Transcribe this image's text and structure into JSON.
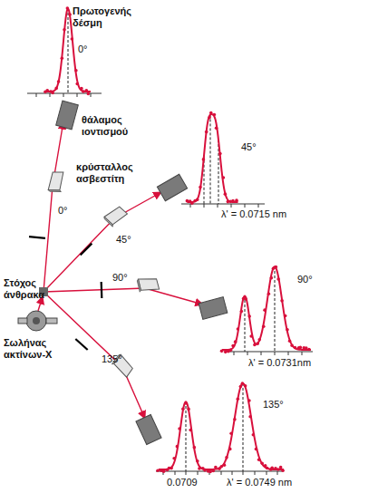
{
  "diagram": {
    "labels": [
      "Πρωτογενής δέσμη",
      "0°",
      "θάλαμος ιοντισμού",
      "κρύσταλλος ασβεστίτη",
      "0°",
      "45°",
      "45°",
      "λ' = 0.0715 nm",
      "Στόχος άνθρακα",
      "90°",
      "90°",
      "λ' = 0.0731nm",
      "135°",
      "Σωλήνας ακτίνων-Χ",
      "135°",
      "0.0709",
      "λ' = 0.0749 nm"
    ]
  }
}
